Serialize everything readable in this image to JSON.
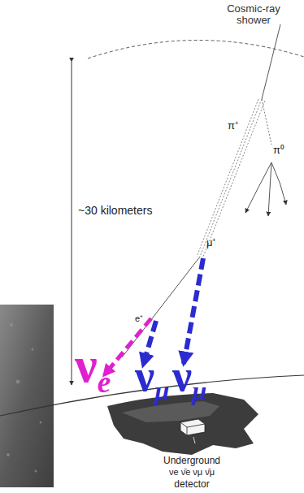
{
  "diagram": {
    "labels": [
      "Cosmic-ray shower",
      "~30 kilometers",
      "π⁺",
      "π⁰",
      "μ⁺",
      "e⁺",
      "νe",
      "νμ",
      "νμ",
      "Underground",
      "νe ν̄e νμ ν̄μ",
      "detector"
    ]
  }
}
